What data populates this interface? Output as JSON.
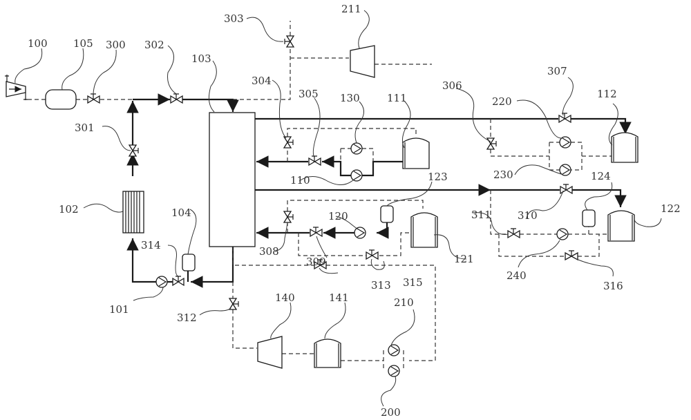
{
  "diagram": {
    "type": "process flow diagram",
    "line_styles": {
      "solid": "process line (liquid)",
      "dashed": "gas / vent line"
    },
    "components": {
      "c100": {
        "id": "100",
        "kind": "turbine/expander inlet"
      },
      "c101": {
        "id": "101",
        "kind": "pump"
      },
      "c102": {
        "id": "102",
        "kind": "heat exchanger"
      },
      "c103": {
        "id": "103",
        "kind": "column/vessel"
      },
      "c104": {
        "id": "104",
        "kind": "buffer tank"
      },
      "c105": {
        "id": "105",
        "kind": "horizontal tank"
      },
      "c110": {
        "id": "110",
        "kind": "pump"
      },
      "c111": {
        "id": "111",
        "kind": "storage tank"
      },
      "c112": {
        "id": "112",
        "kind": "storage tank"
      },
      "c120": {
        "id": "120",
        "kind": "pump"
      },
      "c121": {
        "id": "121",
        "kind": "storage tank"
      },
      "c122": {
        "id": "122",
        "kind": "storage tank"
      },
      "c123": {
        "id": "123",
        "kind": "buffer tank"
      },
      "c124": {
        "id": "124",
        "kind": "buffer tank"
      },
      "c130": {
        "id": "130",
        "kind": "pump"
      },
      "c140": {
        "id": "140",
        "kind": "compressor"
      },
      "c141": {
        "id": "141",
        "kind": "storage tank"
      },
      "c200": {
        "id": "200",
        "kind": "pump"
      },
      "c210": {
        "id": "210",
        "kind": "pump"
      },
      "c211": {
        "id": "211",
        "kind": "compressor"
      },
      "c220": {
        "id": "220",
        "kind": "pump"
      },
      "c230": {
        "id": "230",
        "kind": "pump"
      },
      "c240": {
        "id": "240",
        "kind": "pump"
      }
    },
    "valves": {
      "v300": "300",
      "v301": "301",
      "v302": "302",
      "v303": "303",
      "v304": "304",
      "v305": "305",
      "v306": "306",
      "v307": "307",
      "v308": "308",
      "v309": "309",
      "v310": "310",
      "v311": "311",
      "v312": "312",
      "v313": "313",
      "v314": "314",
      "v315": "315",
      "v316": "316"
    }
  }
}
